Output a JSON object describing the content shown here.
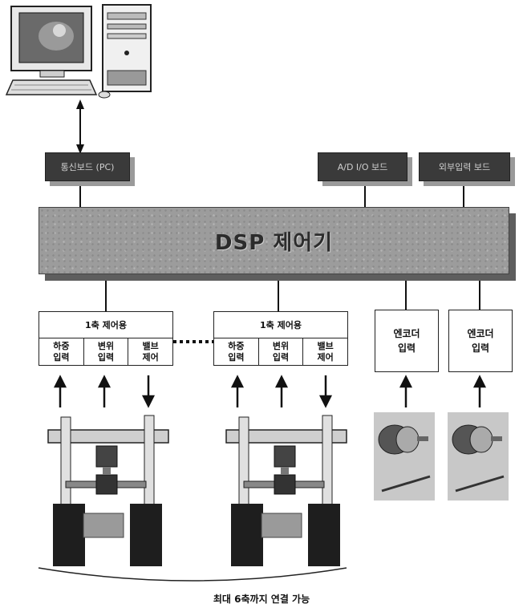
{
  "dsp_controller": {
    "label": "DSP 제어기"
  },
  "top_modules": [
    {
      "id": "comm",
      "label": "통신보드 (PC)"
    },
    {
      "id": "io",
      "label": "A/D I/O 보드"
    },
    {
      "id": "ext",
      "label": "외부입력 보드"
    }
  ],
  "axis_modules": [
    {
      "title": "1축 제어용",
      "channels": [
        [
          "하중",
          "입력"
        ],
        [
          "변위",
          "입력"
        ],
        [
          "밸브",
          "제어"
        ]
      ]
    },
    {
      "title": "1축 제어용",
      "channels": [
        [
          "하중",
          "입력"
        ],
        [
          "변위",
          "입력"
        ],
        [
          "밸브",
          "제어"
        ]
      ]
    }
  ],
  "encoder_modules": [
    {
      "line1": "엔코더",
      "line2": "입력"
    },
    {
      "line1": "엔코더",
      "line2": "입력"
    }
  ],
  "caption": "최대 6축까지 연결 가능"
}
